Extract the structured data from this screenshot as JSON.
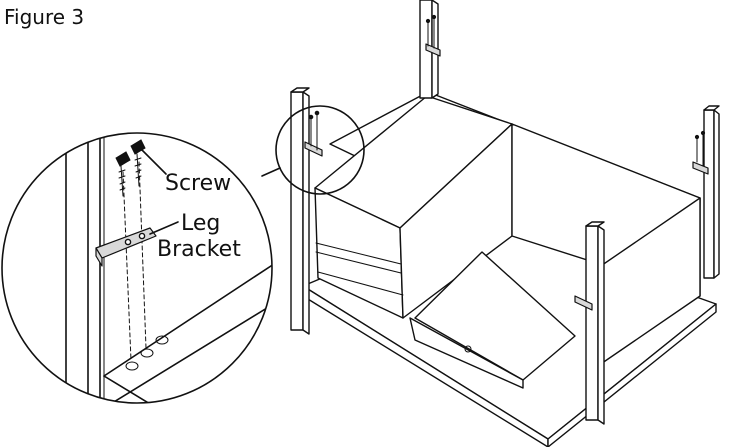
{
  "figure_label": "Figure 3",
  "callouts": {
    "screw": "Screw",
    "leg_bracket_line1": "Leg",
    "leg_bracket_line2": "Bracket"
  }
}
